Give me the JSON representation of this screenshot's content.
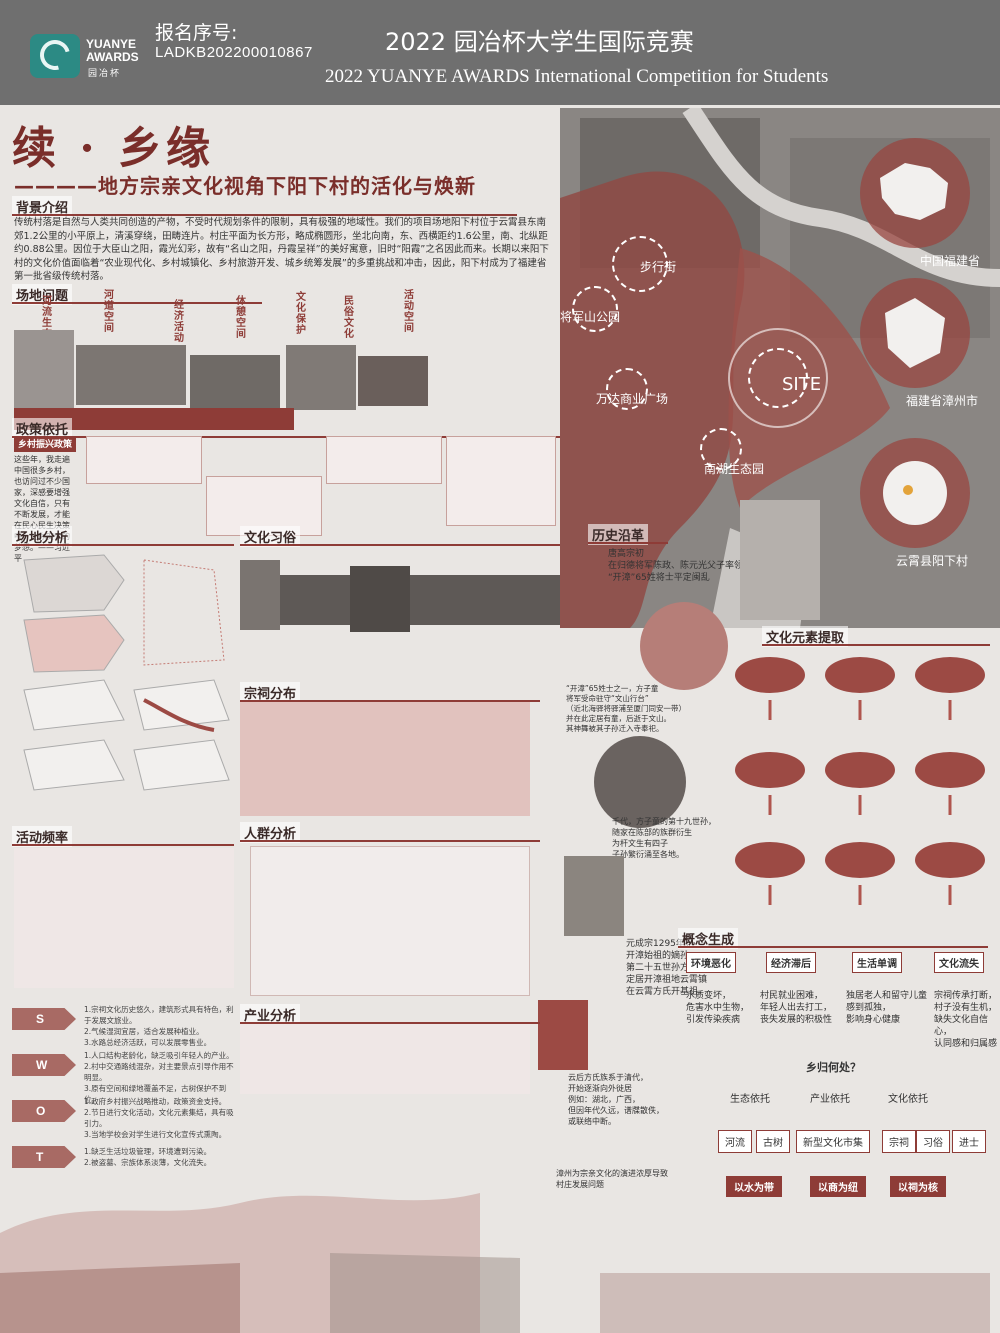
{
  "header": {
    "logo_en": "YUANYE AWARDS",
    "logo_cn": "园冶杯",
    "reg_label": "报名序号:",
    "reg_no": "LADKB202200010867",
    "competition_cn": "2022 园冶杯大学生国际竞赛",
    "competition_en": "2022 YUANYE AWARDS International Competition for  Students"
  },
  "title": {
    "main": "续 · 乡缘",
    "sub": "————地方宗亲文化视角下阳下村的活化与焕新"
  },
  "sections": {
    "background": "背景介绍",
    "site_issues": "场地问题",
    "policy": "政策依托",
    "site_analysis": "场地分析",
    "culture": "文化习俗",
    "history": "历史沿革",
    "ancestral": "宗祠分布",
    "crowd": "人群分析",
    "activity": "活动频率",
    "industry": "产业分析",
    "element_extract": "文化元素提取",
    "concept": "概念生成"
  },
  "background_text": "传统村落是自然与人类共同创造的产物，不受时代规划条件的限制，具有极强的地域性。我们的项目场地阳下村位于云霄县东南郊1.2公里的小平原上，清溪穿绕，田畴连片。村庄平面为长方形，略成椭圆形，坐北向南，东、西横距约1.6公里，南、北纵距约0.88公里。因位于大臣山之阳，霞光幻彩，故有“名山之阳，丹霞呈祥”的美好寓意，旧时“阳霞”之名因此而来。长期以来阳下村的文化价值面临着“农业现代化、乡村城镇化、乡村旅游开发、城乡统筹发展”的多重挑战和冲击，因此，阳下村成为了福建省第一批省级传统村落。",
  "issues": [
    "河流生态",
    "河道空间",
    "经济活动",
    "休憩空间",
    "文化保护",
    "民俗文化",
    "活动空间"
  ],
  "policy_badge": "乡村振兴政策",
  "policy_quote": "这些年，我走遍中国很多乡村，也访问过不少国家，深感要增强文化自信，只有不断发展，才能在民心民生决策中，让你安宁的梦想。——习近平",
  "map": {
    "labels": [
      "步行街",
      "将军山公园",
      "万达商业广场",
      "南湖生态园",
      "SITE"
    ],
    "insets": [
      "中国福建省",
      "福建省漳州市",
      "云霄县阳下村"
    ]
  },
  "history": {
    "p1": "唐高宗初\n在归德将军陈政、陈元光父子率领\n“开漳”65姓将士平定闽乱",
    "p2": "“开漳”65姓士之一，方子童\n将军受命驻守“文山行台”\n（近北海驿将驿浦至厦门同安一带）\n并在此定居有童，后逝于文山。\n其神舞被其子孙迁入寺奉祀。",
    "p3": "千代，方子童的第十九世孙，\n随家在陈部的族群衍生\n为杆文生有四子\n子孙繁衍涌至各地。",
    "p4": "元成宗1295年，\n开漳始祖的嫡孙\n第二十五世孙方国礼\n定居开漳祖地云霄镇\n在云霄方氏开基祖。",
    "p5": "云后方氏族系于清代，\n开始逐渐向外徙居\n例如：湖北，广西，\n但因年代久远，谱牒散佚，\n或联络中断。",
    "p6": "漳州为宗亲文化的演进浓厚导致\n村庄发展问题"
  },
  "swot": [
    {
      "letter": "S",
      "text": "1.宗祠文化历史悠久，建筑形式具有特色，利于发展文旅业。\n2.气候湿润宜居，适合发展种植业。\n3.水路总经济活跃，可以发展零售业。"
    },
    {
      "letter": "W",
      "text": "1.人口结构老龄化，缺乏吸引年轻人的产业。\n2.村中交通路线混杂，对主要景点引导作用不明显。\n3.原有空间和绿地覆盖不足，古树保护不到位。"
    },
    {
      "letter": "O",
      "text": "1.政府乡村振兴战略推动，政策资金支持。\n2.节日进行文化活动，文化元素集结，具有吸引力。\n3.当地学校会对学生进行文化宣传式熏陶。"
    },
    {
      "letter": "T",
      "text": "1.缺乏生活垃圾管理，环境遭到污染。\n2.被盗墓、宗族体系淡薄，文化流失。"
    }
  ],
  "concepts": [
    {
      "label": "环境恶化",
      "desc": "水质变坏，\n危害水中生物，\n引发传染疾病"
    },
    {
      "label": "经济滞后",
      "desc": "村民就业困难，\n年轻人出去打工，\n丧失发展的积极性"
    },
    {
      "label": "生活单调",
      "desc": "独居老人和留守儿童\n感到孤独，\n影响身心健康"
    },
    {
      "label": "文化流失",
      "desc": "宗祠传承打断，\n村子没有生机，\n缺失文化自信心，\n认同感和归属感"
    }
  ],
  "where": "乡归何处？",
  "supports": [
    "生态依托",
    "产业依托",
    "文化依托"
  ],
  "nodes": [
    "河流",
    "古树",
    "新型文化市集",
    "宗祠",
    "习俗",
    "进士"
  ],
  "themes": [
    "以水为带",
    "以商为纽",
    "以祠为核"
  ]
}
